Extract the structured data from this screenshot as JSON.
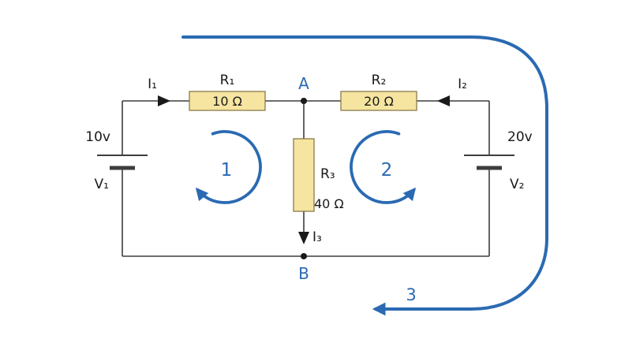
{
  "colors": {
    "loop_blue": "#2a6ab2",
    "wire": "#3d3d3d",
    "resistor_fill": "#f6e5a0",
    "resistor_border": "#8a7b49",
    "label_black": "#1a1a1a"
  },
  "components": {
    "v1": {
      "label": "V₁",
      "value": "10v"
    },
    "v2": {
      "label": "V₂",
      "value": "20v"
    },
    "r1": {
      "label": "R₁",
      "value": "10 Ω"
    },
    "r2": {
      "label": "R₂",
      "value": "20 Ω"
    },
    "r3": {
      "label": "R₃",
      "value": "40 Ω"
    }
  },
  "currents": {
    "i1": "I₁",
    "i2": "I₂",
    "i3": "I₃"
  },
  "nodes": {
    "a": "A",
    "b": "B"
  },
  "loops": {
    "loop1": "1",
    "loop2": "2",
    "loop3": "3"
  }
}
